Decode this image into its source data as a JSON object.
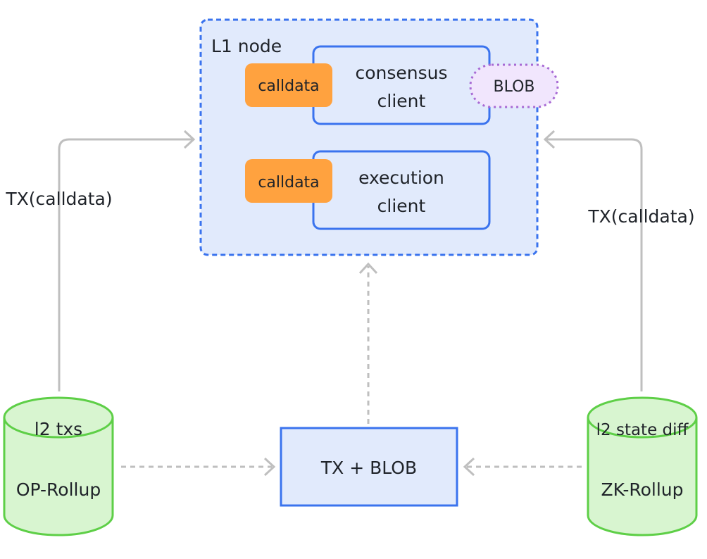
{
  "l1_node": {
    "title": "L1 node",
    "consensus_client": {
      "line1": "consensus",
      "line2": "client",
      "calldata_label": "calldata",
      "blob_label": "BLOB"
    },
    "execution_client": {
      "line1": "execution",
      "line2": "client",
      "calldata_label": "calldata"
    }
  },
  "left_arrow_label": "TX(calldata)",
  "right_arrow_label": "TX(calldata)",
  "op_rollup": {
    "top_label": "l2 txs",
    "name": "OP-Rollup"
  },
  "zk_rollup": {
    "top_label": "l2 state diff",
    "name": "ZK-Rollup"
  },
  "tx_blob_box": {
    "label": "TX + BLOB"
  },
  "colors": {
    "node_border": "#3a73ee",
    "node_fill": "#e1eafc",
    "client_border": "#3a73ee",
    "calldata_fill": "#ffa23f",
    "blob_fill": "#f1e6fd",
    "blob_border": "#a86ad4",
    "rollup_fill": "#d8f5d0",
    "rollup_border": "#5ecf47",
    "arrow_gray": "#bfbfbf"
  }
}
